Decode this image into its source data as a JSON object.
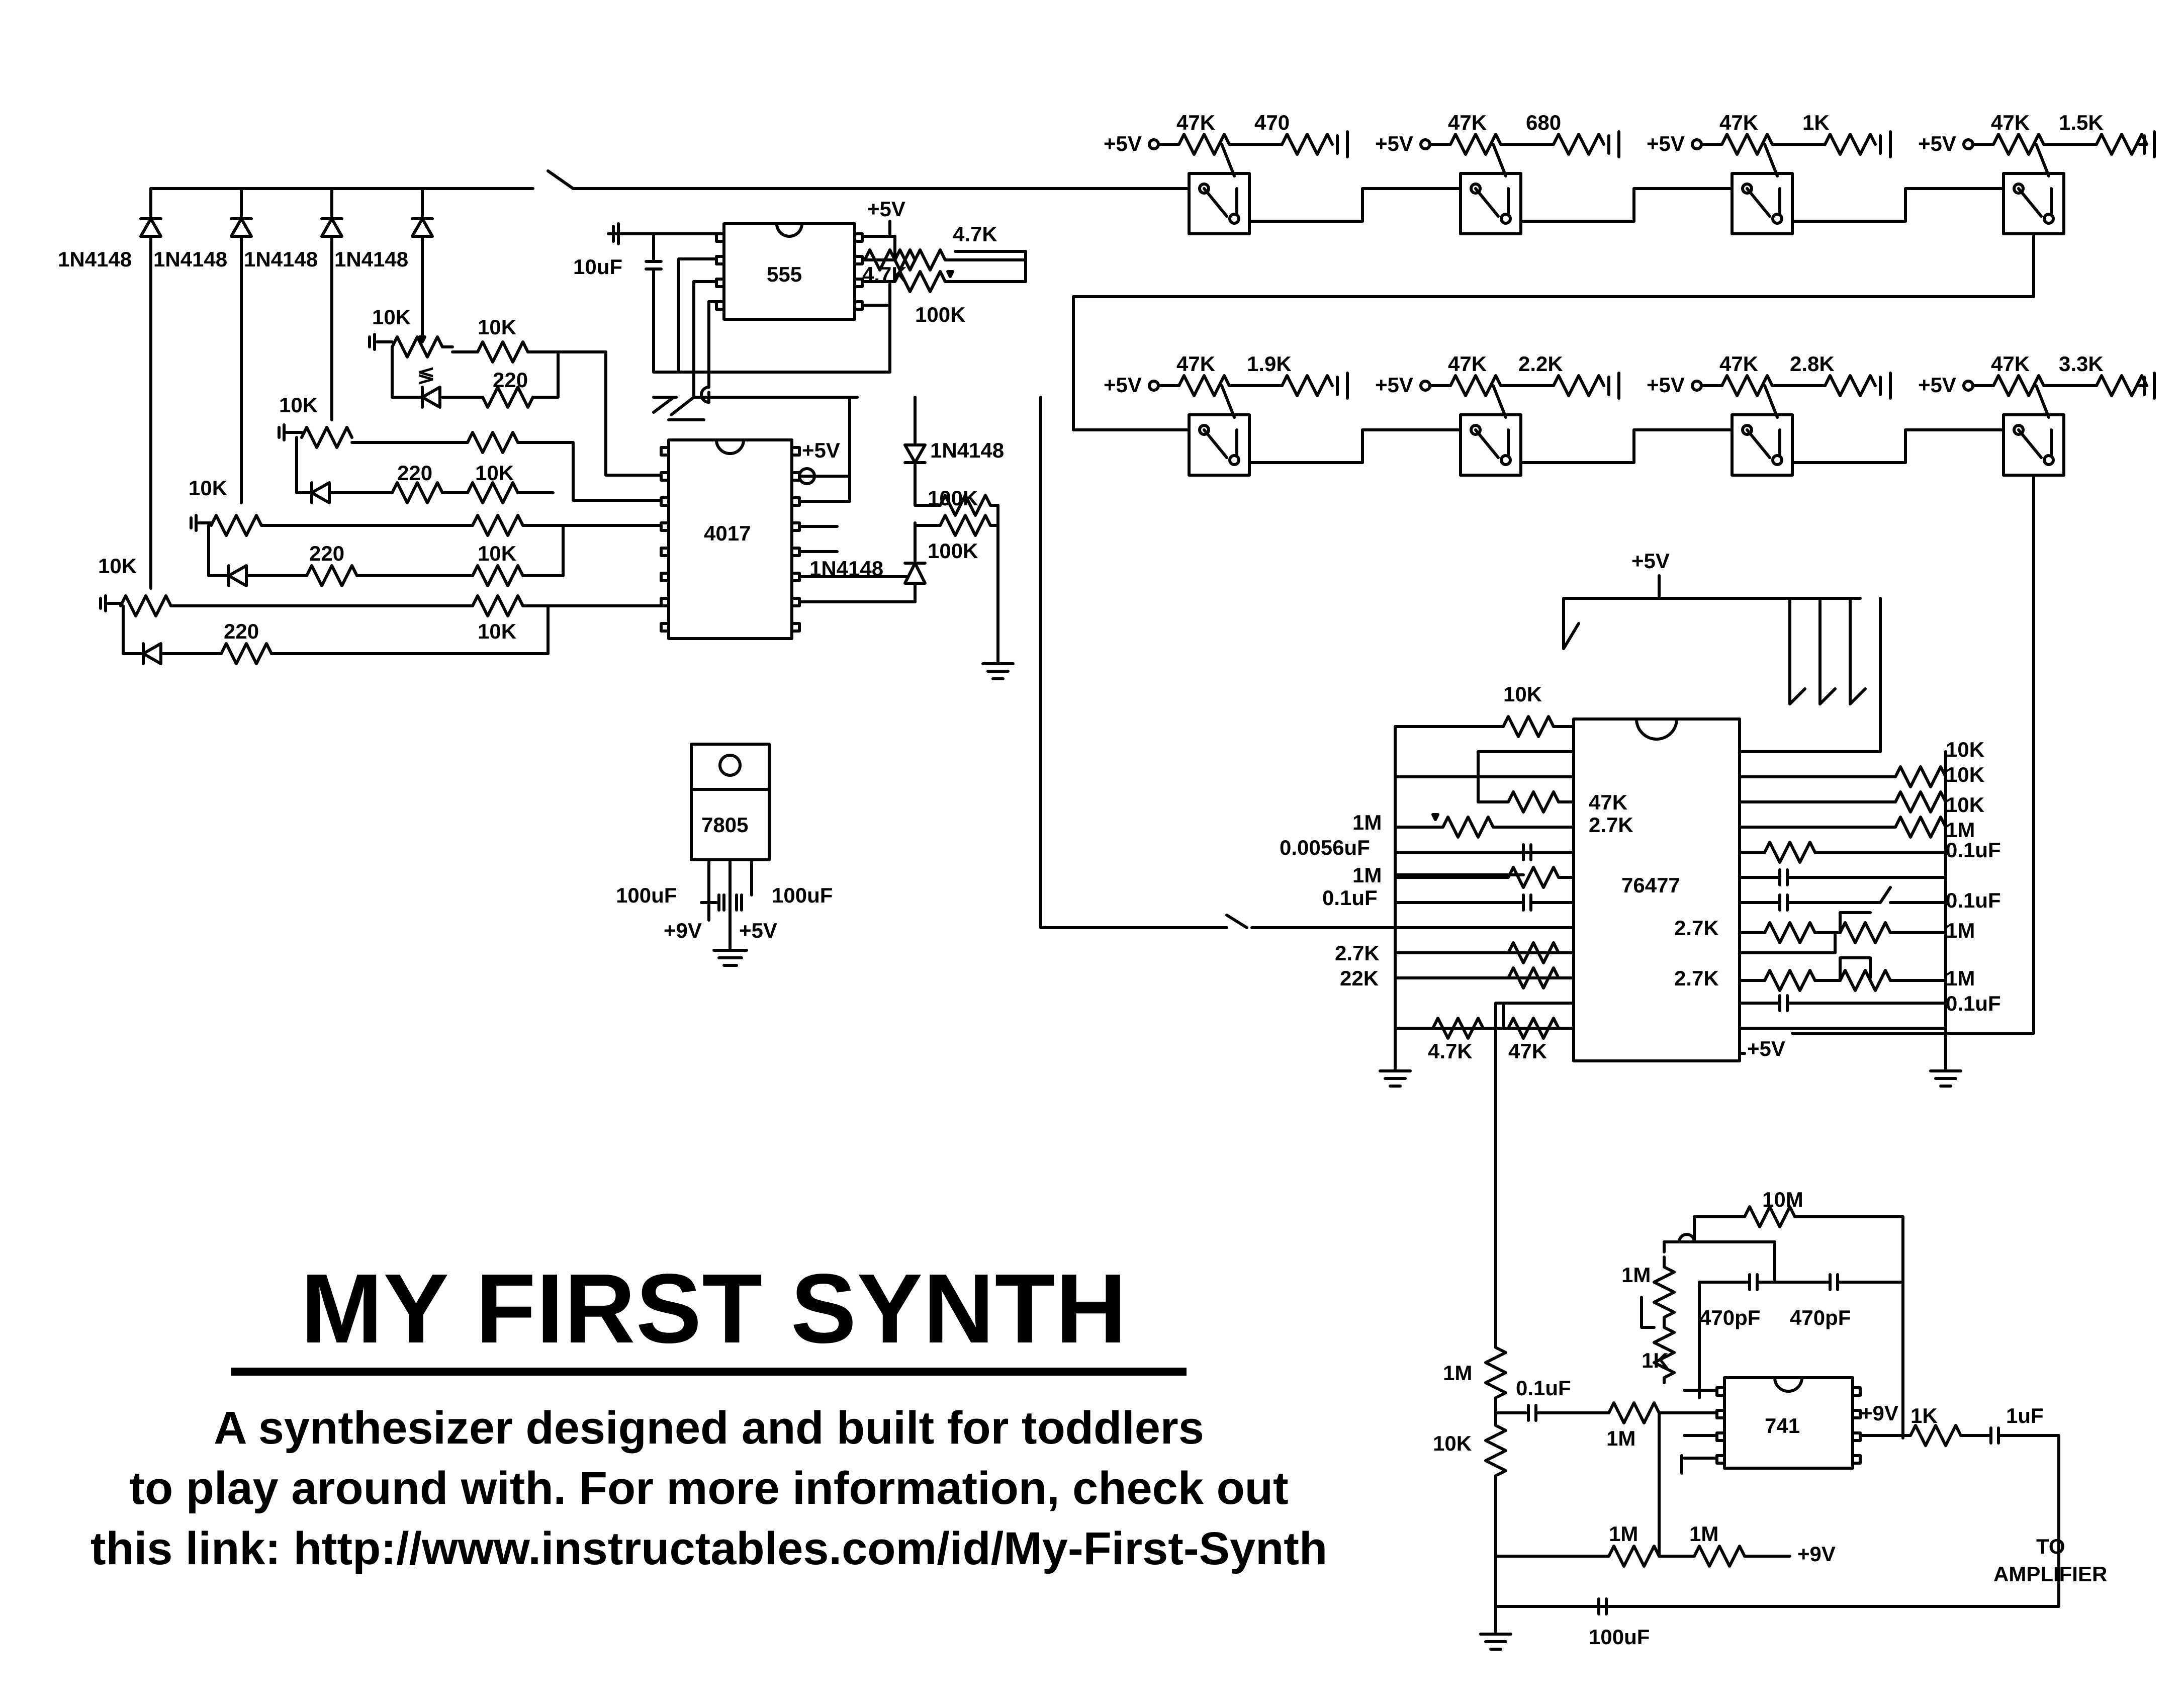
{
  "title": "MY FIRST SYNTH",
  "description": [
    "A synthesizer designed and built for toddlers",
    "to play around with. For more information, check out",
    "this link: http://www.instructables.com/id/My-First-Synth"
  ],
  "chips": {
    "timer": "555",
    "counter": "4017",
    "sound_chip": "76477",
    "regulator": "7805",
    "opamp": "741"
  },
  "rails": {
    "v5": "+5V",
    "v9": "+9V"
  },
  "diode": "1N4148",
  "key_row_top": [
    {
      "res": "47K",
      "val": "470"
    },
    {
      "res": "47K",
      "val": "680"
    },
    {
      "res": "47K",
      "val": "1K"
    },
    {
      "res": "47K",
      "val": "1.5K"
    }
  ],
  "key_row_bottom": [
    {
      "res": "47K",
      "val": "1.9K"
    },
    {
      "res": "47K",
      "val": "2.2K"
    },
    {
      "res": "47K",
      "val": "2.8K"
    },
    {
      "res": "47K",
      "val": "3.3K"
    }
  ],
  "timer_parts": {
    "cap": "10uF",
    "r1": "4.7K",
    "r2": "4.7K",
    "pot": "100K"
  },
  "sequencer_parts": {
    "pot": "10K",
    "series": "10K",
    "led_res": "220",
    "bias": "100K"
  },
  "regulator_parts": {
    "cap_in": "100uF",
    "cap_out": "100uF"
  },
  "sound_left_labels": [
    "10K",
    "1M",
    "0.0056uF",
    "1M",
    "0.1uF",
    "2.7K",
    "22K",
    "4.7K",
    "47K"
  ],
  "sound_inner_labels": [
    "47K",
    "2.7K"
  ],
  "sound_right_labels": [
    "10K",
    "10K",
    "10K",
    "1M",
    "0.1uF",
    "0.1uF",
    "1M",
    "1M",
    "0.1uF",
    "2.7K",
    "2.7K"
  ],
  "amp_labels": {
    "feedback": "10M",
    "pot": "1M",
    "r1k": "1K",
    "cap_a": "470pF",
    "cap_b": "470pF",
    "div_top": "1M",
    "div_bot": "10K",
    "coupling": "0.1uF",
    "input_res": "1M",
    "out_res": "1K",
    "out_cap": "1uF",
    "bias1": "1M",
    "bias2": "1M",
    "bulk_cap": "100uF",
    "output_line1": "TO",
    "output_line2": "AMPLIFIER"
  }
}
